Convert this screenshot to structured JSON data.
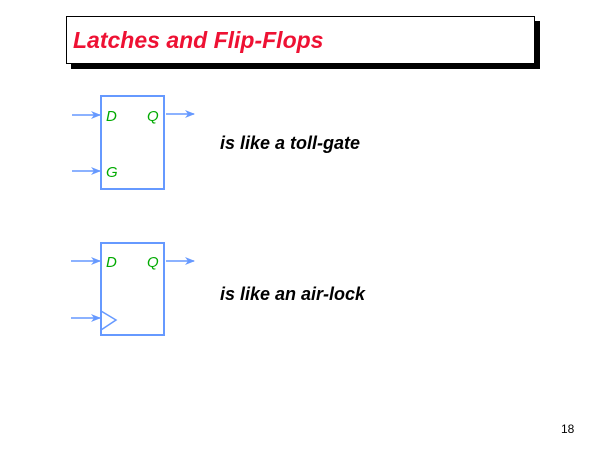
{
  "title": "Latches and Flip-Flops",
  "latch": {
    "pin_d": "D",
    "pin_q": "Q",
    "pin_g": "G",
    "description": "is like a toll-gate"
  },
  "flipflop": {
    "pin_d": "D",
    "pin_q": "Q",
    "description": "is like an air-lock"
  },
  "page_number": "18",
  "colors": {
    "title": "#ee1133",
    "wire": "#6699ff",
    "pin_label": "#00aa00"
  }
}
